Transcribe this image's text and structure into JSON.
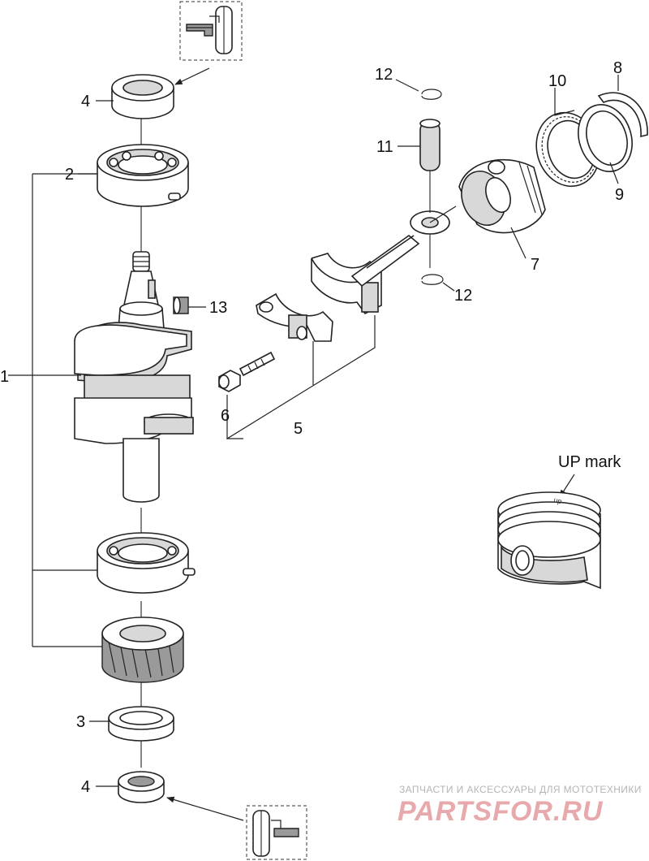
{
  "callouts": {
    "p1": "1",
    "p2": "2",
    "p3": "3",
    "p4_top": "4",
    "p4_bottom": "4",
    "p5": "5",
    "p6": "6",
    "p7": "7",
    "p8": "8",
    "p9": "9",
    "p10": "10",
    "p11": "11",
    "p12_top": "12",
    "p12_bottom": "12",
    "p13": "13"
  },
  "inset_label": "UP mark",
  "watermark": {
    "tagline": "ЗАПЧАСТИ И АКСЕССУАРЫ ДЛЯ МОТОТЕХНИКИ",
    "brand": "PARTSFOR.RU"
  }
}
